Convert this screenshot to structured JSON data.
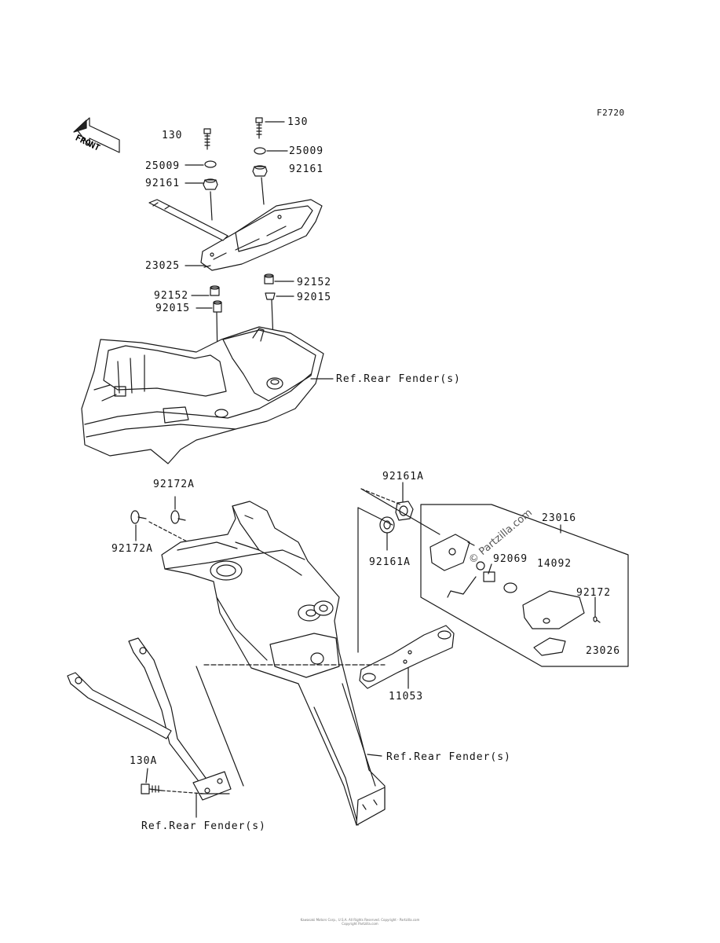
{
  "diagram_code": "F2720",
  "front_label": "FRONT",
  "watermark": "© Partzilla.com",
  "labels": {
    "p130_left": "130",
    "p130_right": "130",
    "p25009_left": "25009",
    "p25009_right": "25009",
    "p92161_left": "92161",
    "p92161_right": "92161",
    "p23025": "23025",
    "p92152_left": "92152",
    "p92152_right": "92152",
    "p92015_left": "92015",
    "p92015_right": "92015",
    "ref_rear_fender_top": "Ref.Rear Fender(s)",
    "p92172A_top": "92172A",
    "p92172A_bottom": "92172A",
    "p92161A_top": "92161A",
    "p92161A_bottom": "92161A",
    "p23016": "23016",
    "p92069": "92069",
    "p14092": "14092",
    "p92172": "92172",
    "p23026": "23026",
    "p11053": "11053",
    "ref_rear_fender_mid": "Ref.Rear Fender(s)",
    "p130A": "130A",
    "ref_rear_fender_bottom": "Ref.Rear Fender(s)"
  },
  "footer": {
    "line1": "Kawasaki Motors Corp., U.S.A. All Rights Reserved. Copyright - Partzilla.com",
    "line2": "Copyright Partzilla.com"
  },
  "colors": {
    "line": "#1a1a1a",
    "background": "#ffffff"
  }
}
